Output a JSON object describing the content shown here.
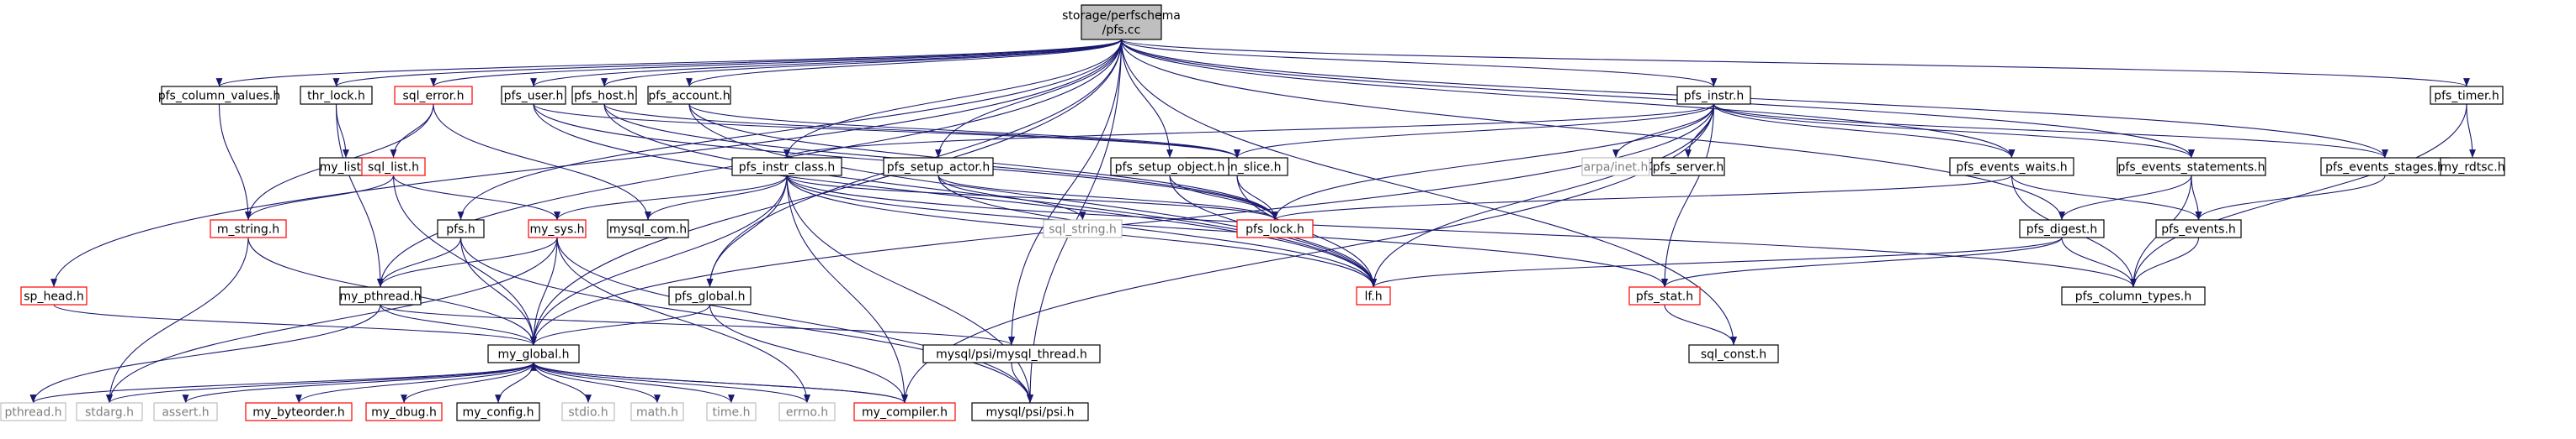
{
  "graph": {
    "root_line1": "storage/perfschema",
    "root_line2": "/pfs.cc",
    "colors": {
      "edge": "#191970",
      "root_fill": "#bfbfbf",
      "border_normal": "#000000",
      "border_incomplete": "#ff0000",
      "border_external": "#bfbfbf",
      "text_normal": "#000000",
      "text_external": "#7f7f7f"
    },
    "nodes": [
      {
        "id": "root",
        "label": "storage/perfschema\n/pfs.cc",
        "kind": "root"
      },
      {
        "id": "pfs_column_values",
        "label": "pfs_column_values.h",
        "kind": "normal"
      },
      {
        "id": "thr_lock",
        "label": "thr_lock.h",
        "kind": "normal"
      },
      {
        "id": "sql_error",
        "label": "sql_error.h",
        "kind": "incomplete"
      },
      {
        "id": "pfs_user",
        "label": "pfs_user.h",
        "kind": "normal"
      },
      {
        "id": "pfs_host",
        "label": "pfs_host.h",
        "kind": "normal"
      },
      {
        "id": "pfs_account",
        "label": "pfs_account.h",
        "kind": "normal"
      },
      {
        "id": "pfs_instr",
        "label": "pfs_instr.h",
        "kind": "normal"
      },
      {
        "id": "pfs_timer",
        "label": "pfs_timer.h",
        "kind": "normal"
      },
      {
        "id": "my_list",
        "label": "my_list.h",
        "kind": "normal"
      },
      {
        "id": "sql_list",
        "label": "sql_list.h",
        "kind": "incomplete"
      },
      {
        "id": "pfs_instr_class",
        "label": "pfs_instr_class.h",
        "kind": "normal"
      },
      {
        "id": "pfs_setup_actor",
        "label": "pfs_setup_actor.h",
        "kind": "normal"
      },
      {
        "id": "pfs_con_slice",
        "label": "pfs_con_slice.h",
        "kind": "normal"
      },
      {
        "id": "pfs_setup_object",
        "label": "pfs_setup_object.h",
        "kind": "normal"
      },
      {
        "id": "arpa_inet",
        "label": "arpa/inet.h",
        "kind": "external"
      },
      {
        "id": "pfs_server",
        "label": "pfs_server.h",
        "kind": "normal"
      },
      {
        "id": "pfs_events_waits",
        "label": "pfs_events_waits.h",
        "kind": "normal"
      },
      {
        "id": "pfs_events_statements",
        "label": "pfs_events_statements.h",
        "kind": "normal"
      },
      {
        "id": "pfs_events_stages",
        "label": "pfs_events_stages.h",
        "kind": "normal"
      },
      {
        "id": "my_rdtsc",
        "label": "my_rdtsc.h",
        "kind": "normal"
      },
      {
        "id": "m_string",
        "label": "m_string.h",
        "kind": "incomplete"
      },
      {
        "id": "pfs_h",
        "label": "pfs.h",
        "kind": "normal"
      },
      {
        "id": "my_sys",
        "label": "my_sys.h",
        "kind": "incomplete"
      },
      {
        "id": "mysql_com",
        "label": "mysql_com.h",
        "kind": "normal"
      },
      {
        "id": "sql_string",
        "label": "sql_string.h",
        "kind": "external"
      },
      {
        "id": "pfs_lock",
        "label": "pfs_lock.h",
        "kind": "incomplete"
      },
      {
        "id": "pfs_digest",
        "label": "pfs_digest.h",
        "kind": "normal"
      },
      {
        "id": "pfs_events",
        "label": "pfs_events.h",
        "kind": "normal"
      },
      {
        "id": "sp_head",
        "label": "sp_head.h",
        "kind": "incomplete"
      },
      {
        "id": "my_pthread",
        "label": "my_pthread.h",
        "kind": "normal"
      },
      {
        "id": "pfs_global",
        "label": "pfs_global.h",
        "kind": "normal"
      },
      {
        "id": "lf",
        "label": "lf.h",
        "kind": "incomplete"
      },
      {
        "id": "pfs_stat",
        "label": "pfs_stat.h",
        "kind": "incomplete"
      },
      {
        "id": "pfs_column_types",
        "label": "pfs_column_types.h",
        "kind": "normal"
      },
      {
        "id": "my_global",
        "label": "my_global.h",
        "kind": "normal"
      },
      {
        "id": "mysql_thread",
        "label": "mysql/psi/mysql_thread.h",
        "kind": "normal"
      },
      {
        "id": "sql_const",
        "label": "sql_const.h",
        "kind": "normal"
      },
      {
        "id": "pthread",
        "label": "pthread.h",
        "kind": "external"
      },
      {
        "id": "stdarg",
        "label": "stdarg.h",
        "kind": "external"
      },
      {
        "id": "assert",
        "label": "assert.h",
        "kind": "external"
      },
      {
        "id": "my_byteorder",
        "label": "my_byteorder.h",
        "kind": "incomplete"
      },
      {
        "id": "my_dbug",
        "label": "my_dbug.h",
        "kind": "incomplete"
      },
      {
        "id": "my_config",
        "label": "my_config.h",
        "kind": "normal"
      },
      {
        "id": "stdio",
        "label": "stdio.h",
        "kind": "external"
      },
      {
        "id": "math",
        "label": "math.h",
        "kind": "external"
      },
      {
        "id": "time",
        "label": "time.h",
        "kind": "external"
      },
      {
        "id": "errno",
        "label": "errno.h",
        "kind": "external"
      },
      {
        "id": "my_compiler",
        "label": "my_compiler.h",
        "kind": "incomplete"
      },
      {
        "id": "psi",
        "label": "mysql/psi/psi.h",
        "kind": "normal"
      }
    ],
    "edges": [
      [
        "root",
        "pfs_column_values"
      ],
      [
        "root",
        "thr_lock"
      ],
      [
        "root",
        "sql_error"
      ],
      [
        "root",
        "pfs_user"
      ],
      [
        "root",
        "pfs_host"
      ],
      [
        "root",
        "pfs_account"
      ],
      [
        "root",
        "pfs_instr"
      ],
      [
        "root",
        "pfs_timer"
      ],
      [
        "root",
        "pfs_instr_class"
      ],
      [
        "root",
        "pfs_setup_actor"
      ],
      [
        "root",
        "pfs_setup_object"
      ],
      [
        "root",
        "pfs_events_waits"
      ],
      [
        "root",
        "pfs_events_statements"
      ],
      [
        "root",
        "pfs_events_stages"
      ],
      [
        "root",
        "pfs_digest"
      ],
      [
        "root",
        "sp_head"
      ],
      [
        "root",
        "my_pthread"
      ],
      [
        "root",
        "pfs_global"
      ],
      [
        "root",
        "my_global"
      ],
      [
        "root",
        "mysql_thread"
      ],
      [
        "root",
        "sql_const"
      ],
      [
        "root",
        "psi"
      ],
      [
        "root",
        "pfs_h"
      ],
      [
        "pfs_column_values",
        "m_string"
      ],
      [
        "thr_lock",
        "my_list"
      ],
      [
        "thr_lock",
        "my_pthread"
      ],
      [
        "sql_error",
        "sql_list"
      ],
      [
        "sql_error",
        "m_string"
      ],
      [
        "sql_error",
        "mysql_com"
      ],
      [
        "sql_list",
        "m_string"
      ],
      [
        "sql_list",
        "my_sys"
      ],
      [
        "sql_list",
        "my_global"
      ],
      [
        "pfs_user",
        "pfs_con_slice"
      ],
      [
        "pfs_user",
        "pfs_lock"
      ],
      [
        "pfs_user",
        "lf"
      ],
      [
        "pfs_host",
        "pfs_con_slice"
      ],
      [
        "pfs_host",
        "pfs_lock"
      ],
      [
        "pfs_host",
        "lf"
      ],
      [
        "pfs_account",
        "pfs_con_slice"
      ],
      [
        "pfs_account",
        "pfs_lock"
      ],
      [
        "pfs_account",
        "lf"
      ],
      [
        "pfs_instr",
        "pfs_instr_class"
      ],
      [
        "pfs_instr",
        "pfs_lock"
      ],
      [
        "pfs_instr",
        "pfs_con_slice"
      ],
      [
        "pfs_instr",
        "arpa_inet"
      ],
      [
        "pfs_instr",
        "pfs_server"
      ],
      [
        "pfs_instr",
        "pfs_events_waits"
      ],
      [
        "pfs_instr",
        "pfs_events_statements"
      ],
      [
        "pfs_instr",
        "pfs_events_stages"
      ],
      [
        "pfs_instr",
        "lf"
      ],
      [
        "pfs_instr",
        "pfs_stat"
      ],
      [
        "pfs_instr",
        "my_global"
      ],
      [
        "pfs_instr",
        "my_compiler"
      ],
      [
        "pfs_timer",
        "my_rdtsc"
      ],
      [
        "pfs_timer",
        "pfs_column_types"
      ],
      [
        "pfs_instr_class",
        "my_sys"
      ],
      [
        "pfs_instr_class",
        "mysql_com"
      ],
      [
        "pfs_instr_class",
        "pfs_lock"
      ],
      [
        "pfs_instr_class",
        "pfs_global"
      ],
      [
        "pfs_instr_class",
        "lf"
      ],
      [
        "pfs_instr_class",
        "pfs_stat"
      ],
      [
        "pfs_instr_class",
        "pfs_column_types"
      ],
      [
        "pfs_instr_class",
        "my_global"
      ],
      [
        "pfs_instr_class",
        "psi"
      ],
      [
        "pfs_instr_class",
        "my_compiler"
      ],
      [
        "pfs_setup_actor",
        "sql_string"
      ],
      [
        "pfs_setup_actor",
        "pfs_lock"
      ],
      [
        "pfs_setup_actor",
        "lf"
      ],
      [
        "pfs_setup_object",
        "pfs_lock"
      ],
      [
        "pfs_setup_object",
        "lf"
      ],
      [
        "pfs_con_slice",
        "pfs_lock"
      ],
      [
        "pfs_con_slice",
        "lf"
      ],
      [
        "pfs_events_waits",
        "pfs_lock"
      ],
      [
        "pfs_events_waits",
        "pfs_events"
      ],
      [
        "pfs_events_waits",
        "pfs_column_types"
      ],
      [
        "pfs_events_statements",
        "pfs_digest"
      ],
      [
        "pfs_events_statements",
        "pfs_events"
      ],
      [
        "pfs_events_statements",
        "pfs_column_types"
      ],
      [
        "pfs_events_stages",
        "pfs_events"
      ],
      [
        "pfs_digest",
        "lf"
      ],
      [
        "pfs_digest",
        "pfs_stat"
      ],
      [
        "pfs_digest",
        "pfs_column_types"
      ],
      [
        "pfs_events",
        "pfs_column_types"
      ],
      [
        "m_string",
        "my_global"
      ],
      [
        "m_string",
        "stdarg"
      ],
      [
        "pfs_h",
        "my_pthread"
      ],
      [
        "pfs_h",
        "my_global"
      ],
      [
        "pfs_h",
        "psi"
      ],
      [
        "my_sys",
        "my_global"
      ],
      [
        "my_sys",
        "my_pthread"
      ],
      [
        "my_sys",
        "stdarg"
      ],
      [
        "my_sys",
        "errno"
      ],
      [
        "my_sys",
        "psi"
      ],
      [
        "sp_head",
        "my_global"
      ],
      [
        "my_pthread",
        "my_global"
      ],
      [
        "my_pthread",
        "mysql_thread"
      ],
      [
        "my_pthread",
        "pthread"
      ],
      [
        "pfs_global",
        "my_global"
      ],
      [
        "pfs_global",
        "my_compiler"
      ],
      [
        "pfs_stat",
        "sql_const"
      ],
      [
        "mysql_thread",
        "psi"
      ],
      [
        "my_global",
        "pthread"
      ],
      [
        "my_global",
        "stdarg"
      ],
      [
        "my_global",
        "assert"
      ],
      [
        "my_global",
        "my_byteorder"
      ],
      [
        "my_global",
        "my_dbug"
      ],
      [
        "my_global",
        "my_config"
      ],
      [
        "my_global",
        "stdio"
      ],
      [
        "my_global",
        "math"
      ],
      [
        "my_global",
        "time"
      ],
      [
        "my_global",
        "errno"
      ],
      [
        "my_global",
        "my_compiler"
      ],
      [
        "my_compiler",
        "my_global"
      ]
    ]
  }
}
